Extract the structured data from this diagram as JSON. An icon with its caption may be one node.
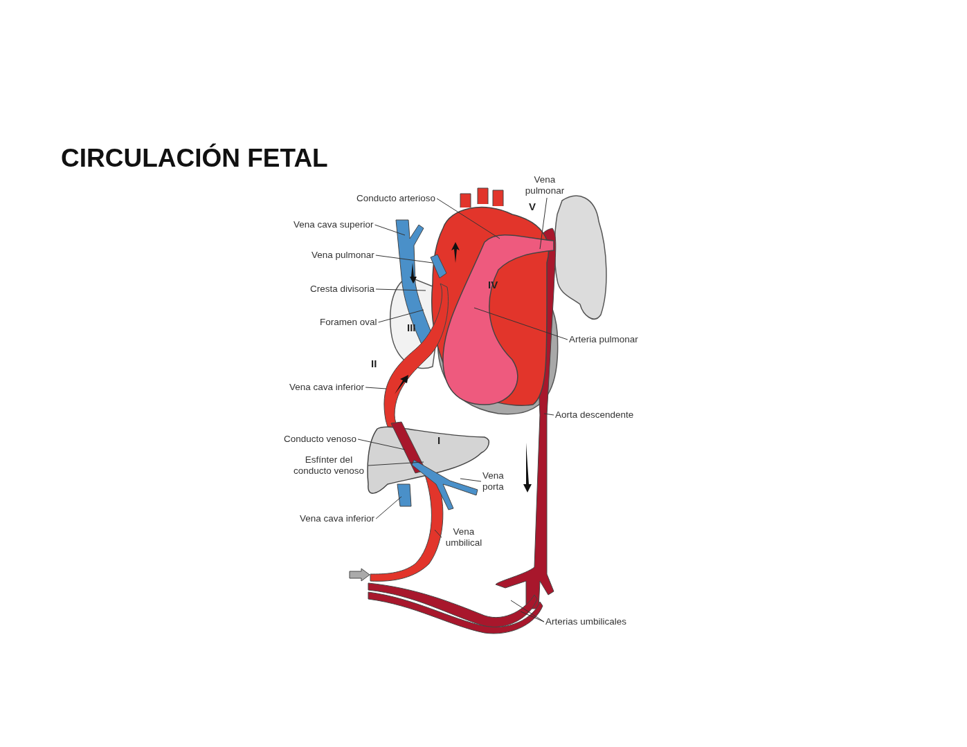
{
  "diagram": {
    "title": "CIRCULACIÓN FETAL",
    "nodes": [
      {
        "text": [
          "Vena pulmonar"
        ]
      },
      {
        "text": [
          "Conducto arterioso"
        ]
      },
      {
        "text": [
          "Vena cava superior"
        ]
      },
      {
        "text": [
          "Vena pulmonar"
        ]
      },
      {
        "text": [
          "Cresta divisoria"
        ]
      },
      {
        "text": [
          "Foramen oval"
        ]
      },
      {
        "text": [
          "Arteria pulmonar"
        ]
      },
      {
        "text": [
          "Vena cava inferior"
        ]
      },
      {
        "text": [
          "Aorta descendente"
        ]
      },
      {
        "text": [
          "Conducto venoso"
        ]
      },
      {
        "text": [
          "Esfínter del conducto venoso"
        ]
      },
      {
        "text": [
          "Vena porta"
        ]
      },
      {
        "text": [
          "Vena cava inferior"
        ]
      },
      {
        "text": [
          "Vena umbilical"
        ]
      },
      {
        "text": [
          "Arterias umbilicales"
        ]
      }
    ],
    "edges": [
      {
        "from": 0,
        "to": null,
        "arrow": "none"
      },
      {
        "from": 1,
        "to": null,
        "arrow": "none"
      },
      {
        "from": 2,
        "to": null,
        "arrow": "none"
      },
      {
        "from": 3,
        "to": null,
        "arrow": "none"
      },
      {
        "from": 4,
        "to": null,
        "arrow": "none"
      },
      {
        "from": 5,
        "to": null,
        "arrow": "none"
      },
      {
        "from": 6,
        "to": null,
        "arrow": "none"
      },
      {
        "from": 7,
        "to": null,
        "arrow": "none"
      },
      {
        "from": 8,
        "to": null,
        "arrow": "none"
      },
      {
        "from": 9,
        "to": null,
        "arrow": "none"
      },
      {
        "from": 10,
        "to": null,
        "arrow": "none"
      },
      {
        "from": 11,
        "to": null,
        "arrow": "none"
      },
      {
        "from": 12,
        "to": null,
        "arrow": "none"
      },
      {
        "from": 13,
        "to": null,
        "arrow": "none"
      },
      {
        "from": 14,
        "to": null,
        "arrow": "none"
      },
      {
        "from": 14,
        "to": null,
        "arrow": "none"
      }
    ],
    "labels": [
      "V",
      "IV",
      "III",
      "II",
      "I"
    ]
  }
}
